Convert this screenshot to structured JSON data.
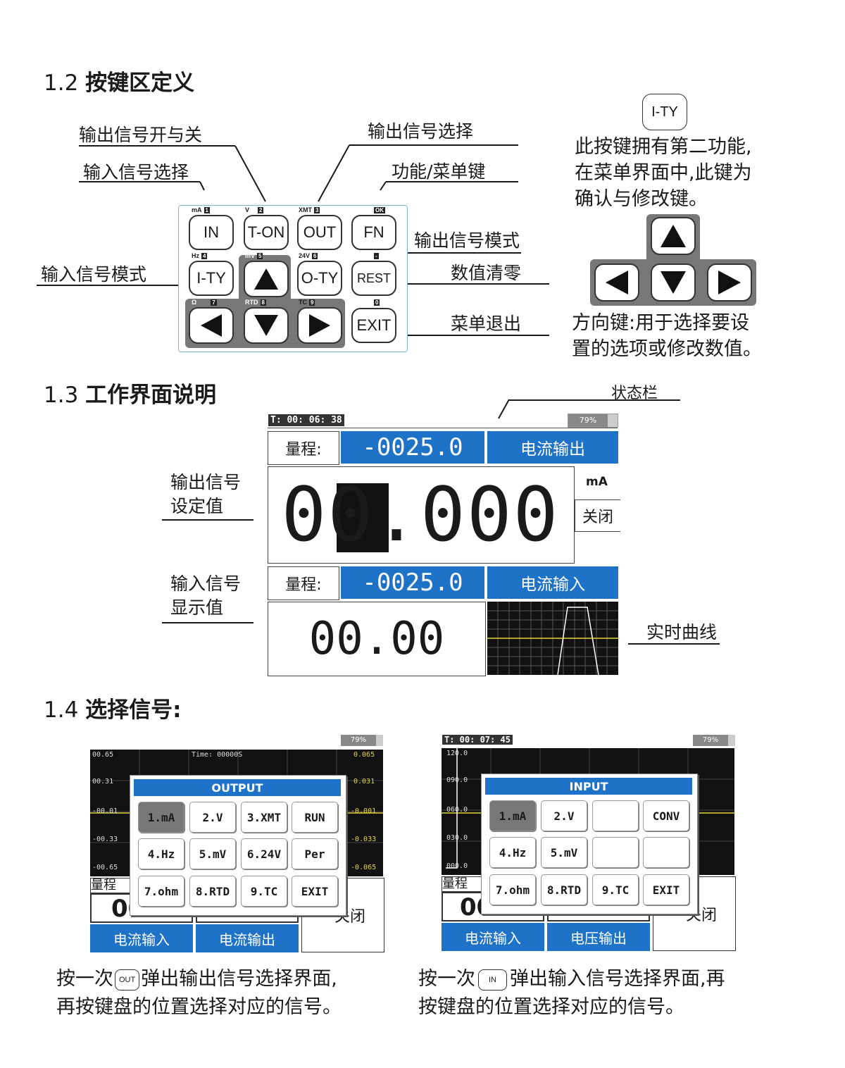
{
  "sections": {
    "s12": {
      "num": "1.2",
      "title": "按键区定义"
    },
    "s13": {
      "num": "1.3",
      "title": "工作界面说明"
    },
    "s14": {
      "num": "1.4",
      "title": "选择信号:"
    }
  },
  "keypad": {
    "callouts": {
      "output_on_off": "输出信号开与关",
      "input_select": "输入信号选择",
      "output_select": "输出信号选择",
      "fn_menu": "功能/菜单键",
      "input_mode": "输入信号模式",
      "output_mode": "输出信号模式",
      "clear": "数值清零",
      "menu_exit": "菜单退出"
    },
    "keys": {
      "in": "IN",
      "ton": "T-ON",
      "out": "OUT",
      "fn": "FN",
      "ity": "I-TY",
      "oty": "O-TY",
      "rest": "REST",
      "exit": "EXIT"
    },
    "tags": {
      "ma": "mA",
      "ma_n": "1",
      "v": "V",
      "v_n": "2",
      "xmt": "XMT",
      "xmt_n": "3",
      "ok": "OK",
      "hz": "Hz",
      "hz_n": "4",
      "mv": "mV",
      "mv_n": "5",
      "v24": "24V",
      "v24_n": "6",
      "dash": "-",
      "ohm": "Ω",
      "ohm_n": "7",
      "rtd": "RTD",
      "rtd_n": "8",
      "tc": "TC",
      "tc_n": "9",
      "zero": "0"
    }
  },
  "ity_note": {
    "key": "I-TY",
    "lines": [
      "此按键拥有第二功能,",
      "在菜单界面中,此键为",
      "确认与修改键。"
    ]
  },
  "arrow_note": {
    "lines": [
      "方向键:用于选择要设",
      "置的选项或修改数值。"
    ]
  },
  "work_screen": {
    "callouts": {
      "status_bar": "状态栏",
      "output_set": [
        "输出信号",
        "设定值"
      ],
      "input_display": [
        "输入信号",
        "显示值"
      ],
      "realtime_curve": "实时曲线"
    },
    "timer": "T: 00: 06: 38",
    "battery": "79%",
    "range_label": "量程:",
    "range_value_top": "-0025.0",
    "output_type": "电流输出",
    "output_value": "00.000",
    "unit": "mA",
    "state": "关闭",
    "range_value_bottom": "-0025.0",
    "input_type": "电流输入",
    "input_value": "00.00"
  },
  "output_popup": {
    "battery": "79%",
    "y_left": [
      "00.65",
      "00.31",
      "-00.01",
      "-00.33",
      "-00.65"
    ],
    "y_right": [
      "0.065",
      "0.031",
      "-0.001",
      "-0.033",
      "-0.065"
    ],
    "time": "Time: 00000S",
    "title": "OUTPUT",
    "buttons": [
      "1.mA",
      "2.V",
      "3.XMT",
      "RUN",
      "4.Hz",
      "5.mV",
      "6.24V",
      "Per",
      "7.ohm",
      "8.RTD",
      "9.TC",
      "EXIT"
    ],
    "range_label": "量程",
    "left_value": "00",
    "state": "关闭",
    "bottom_left": "电流输入",
    "bottom_right": "电流输出",
    "caption_pre": "按一次",
    "caption_key": "OUT",
    "caption_post": "弹出输出信号选择界面,",
    "caption_line2": "再按键盘的位置选择对应的信号。"
  },
  "input_popup": {
    "timer": "T: 00: 07: 45",
    "battery": "79%",
    "y_left": [
      "120.0",
      "090.0",
      "060.0",
      "030.0",
      "000.0"
    ],
    "title": "INPUT",
    "buttons": [
      "1.mA",
      "2.V",
      "",
      "CONV",
      "4.Hz",
      "5.mV",
      "",
      "",
      "7.ohm",
      "8.RTD",
      "9.TC",
      "EXIT"
    ],
    "range_label": "量程",
    "left_value": "00",
    "state": "关闭",
    "bottom_left": "电流输入",
    "bottom_right": "电压输出",
    "caption_pre": "按一次",
    "caption_key": "IN",
    "caption_post": "弹出输入信号选择界面,再",
    "caption_line2": "按键盘的位置选择对应的信号。"
  }
}
